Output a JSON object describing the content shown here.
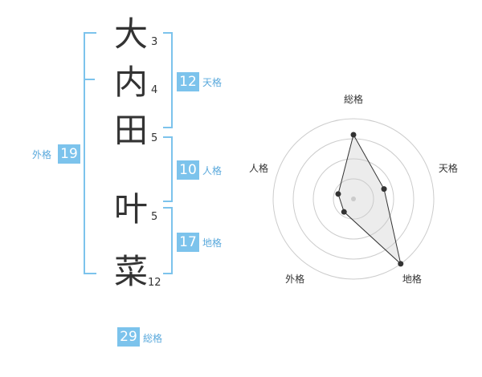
{
  "name_chars": [
    {
      "char": "大",
      "strokes": "3"
    },
    {
      "char": "内",
      "strokes": "4"
    },
    {
      "char": "田",
      "strokes": "5"
    },
    {
      "char": "叶",
      "strokes": "5"
    },
    {
      "char": "菜",
      "strokes": "12"
    }
  ],
  "kaku": {
    "tenkaku": {
      "value": "12",
      "label": "天格"
    },
    "jinkaku": {
      "value": "10",
      "label": "人格"
    },
    "chikaku": {
      "value": "17",
      "label": "地格"
    },
    "gaikaku": {
      "value": "19",
      "label": "外格"
    },
    "soukaku": {
      "value": "29",
      "label": "総格"
    }
  },
  "colors": {
    "accent": "#7cc3ec",
    "text": "#333333"
  },
  "chart_data": {
    "type": "radar",
    "axes": [
      "総格",
      "天格",
      "地格",
      "外格",
      "人格"
    ],
    "values": [
      4,
      2,
      5,
      1,
      1
    ],
    "max": 5,
    "rings": 4
  }
}
